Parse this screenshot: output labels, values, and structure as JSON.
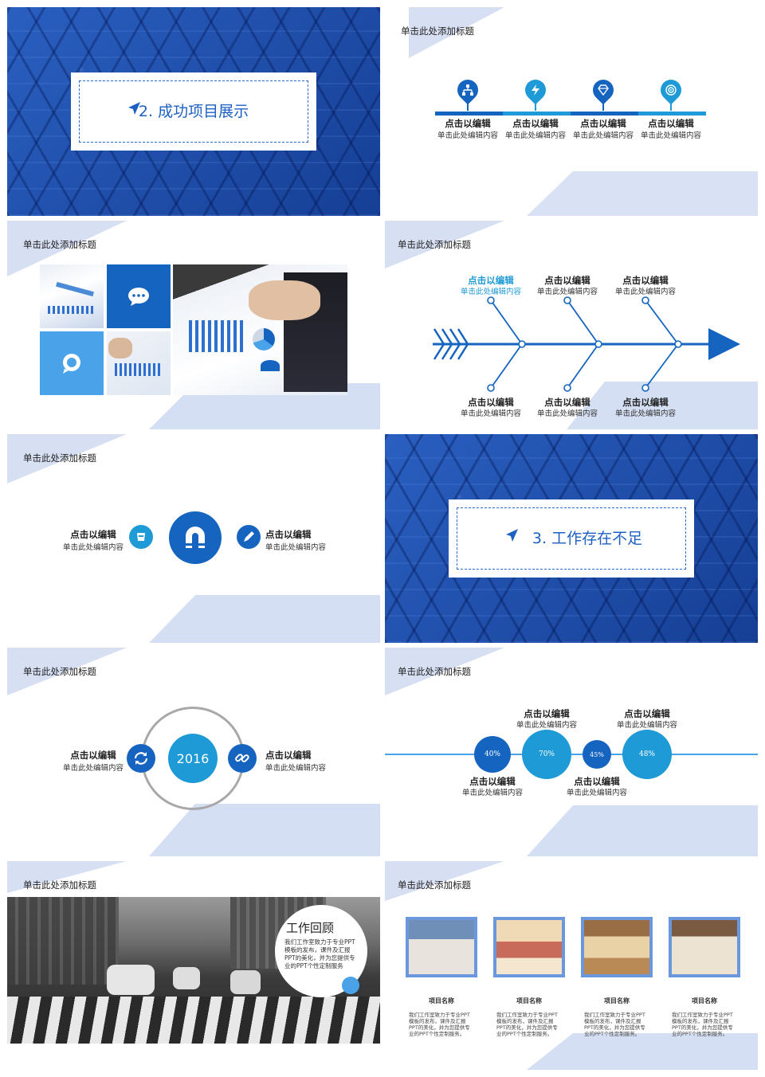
{
  "slides": {
    "s1": {
      "heading": "2. 成功项目展示",
      "icon": "send-arrow-icon"
    },
    "s2": {
      "title": "单击此处添加标题",
      "items": [
        {
          "label": "点击以编辑",
          "sub": "单击此处编辑内容",
          "icon": "sitemap-icon"
        },
        {
          "label": "点击以编辑",
          "sub": "单击此处编辑内容",
          "icon": "lightning-icon"
        },
        {
          "label": "点击以编辑",
          "sub": "单击此处编辑内容",
          "icon": "diamond-icon"
        },
        {
          "label": "点击以编辑",
          "sub": "单击此处编辑内容",
          "icon": "target-icon"
        }
      ]
    },
    "s3": {
      "title": "单击此处添加标题",
      "icons": [
        "chat-bubble-icon",
        "comment-icon"
      ]
    },
    "s4": {
      "title": "单击此处添加标题",
      "top": [
        {
          "label": "点击以编辑",
          "sub": "单击此处编辑内容"
        },
        {
          "label": "点击以编辑",
          "sub": "单击此处编辑内容"
        },
        {
          "label": "点击以编辑",
          "sub": "单击此处编辑内容"
        }
      ],
      "bottom": [
        {
          "label": "点击以编辑",
          "sub": "单击此处编辑内容"
        },
        {
          "label": "点击以编辑",
          "sub": "单击此处编辑内容"
        },
        {
          "label": "点击以编辑",
          "sub": "单击此处编辑内容"
        }
      ]
    },
    "s5": {
      "title": "单击此处添加标题",
      "left": {
        "label": "点击以编辑",
        "sub": "单击此处编辑内容"
      },
      "right": {
        "label": "点击以编辑",
        "sub": "单击此处编辑内容"
      },
      "icons": [
        "magnet-icon",
        "pencil-icon",
        "cup-icon"
      ]
    },
    "s6": {
      "heading": "3. 工作存在不足",
      "icon": "send-arrow-icon"
    },
    "s7": {
      "title": "单击此处添加标题",
      "year": "2016",
      "left": {
        "label": "点击以编辑",
        "sub": "单击此处编辑内容"
      },
      "right": {
        "label": "点击以编辑",
        "sub": "单击此处编辑内容"
      }
    },
    "s8": {
      "title": "单击此处添加标题",
      "circles": [
        "40%",
        "70%",
        "45%",
        "48%"
      ],
      "labels": [
        {
          "label": "点击以编辑",
          "sub": "单击此处编辑内容"
        },
        {
          "label": "点击以编辑",
          "sub": "单击此处编辑内容"
        },
        {
          "label": "点击以编辑",
          "sub": "单击此处编辑内容"
        },
        {
          "label": "点击以编辑",
          "sub": "单击此处编辑内容"
        }
      ]
    },
    "s9": {
      "title": "单击此处添加标题",
      "heading": "工作回顾",
      "body": "我们工作室致力于专业PPT模板的发布，课件及汇报PPT的美化，并为您提供专业的PPT个性定制服务"
    },
    "s10": {
      "title": "单击此处添加标题",
      "items": [
        {
          "name": "项目名称",
          "desc": "我们工作室致力于专业PPT模板的发布，课件及汇报PPT的美化，并为您提供专业的PPT个性定制服务。"
        },
        {
          "name": "项目名称",
          "desc": "我们工作室致力于专业PPT模板的发布，课件及汇报PPT的美化，并为您提供专业的PPT个性定制服务。"
        },
        {
          "name": "项目名称",
          "desc": "我们工作室致力于专业PPT模板的发布，课件及汇报PPT的美化，并为您提供专业的PPT个性定制服务。"
        },
        {
          "name": "项目名称",
          "desc": "我们工作室致力于专业PPT模板的发布，课件及汇报PPT的美化，并为您提供专业的PPT个性定制服务。"
        }
      ]
    }
  },
  "colors": {
    "primary": "#1565c0",
    "accent": "#1e9ad6",
    "light": "#4aa3e8"
  }
}
